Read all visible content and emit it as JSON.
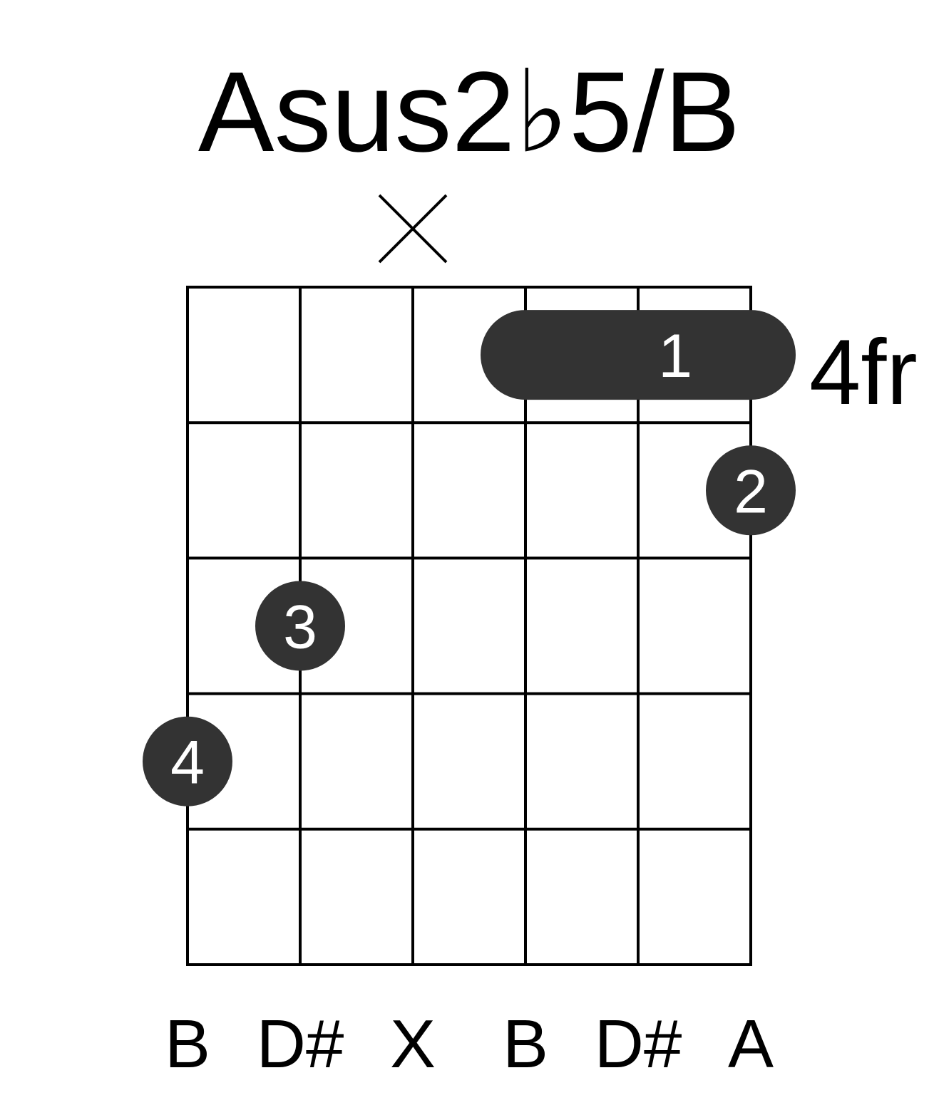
{
  "chord": {
    "name": "Asus2♭5/B",
    "start_fret_label": "4fr",
    "muted_symbol": "×",
    "string_notes": [
      "B",
      "D#",
      "X",
      "B",
      "D#",
      "A"
    ],
    "muted_strings": [
      3
    ],
    "num_strings": 6,
    "num_frets_shown": 5,
    "barre": {
      "finger": "1",
      "fret": 1,
      "from_string": 4,
      "to_string": 6
    },
    "fingers": [
      {
        "finger": "2",
        "string": 6,
        "fret": 2
      },
      {
        "finger": "3",
        "string": 2,
        "fret": 3
      },
      {
        "finger": "4",
        "string": 1,
        "fret": 4
      }
    ]
  },
  "colors": {
    "dot": "#333333",
    "finger_text": "#ffffff",
    "lines": "#000000",
    "background": "#ffffff"
  }
}
